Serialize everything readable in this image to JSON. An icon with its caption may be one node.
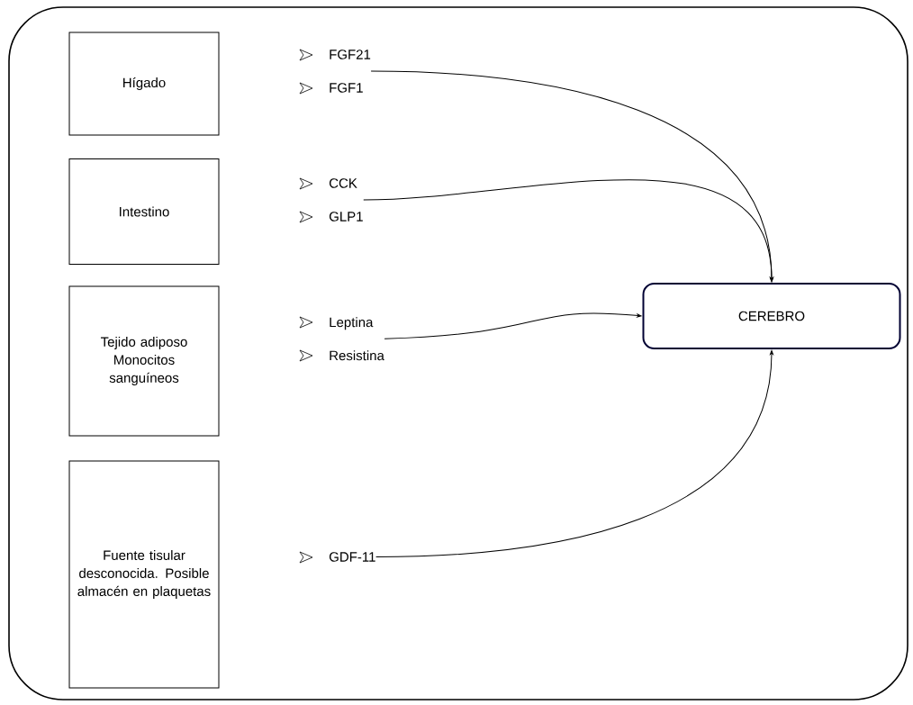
{
  "diagram": {
    "nodes": [
      {
        "text": [
          "Hígado"
        ]
      },
      {
        "text": [
          "Intestino"
        ]
      },
      {
        "text": [
          "Tejido adiposo",
          "Monocitos sanguíneos"
        ]
      },
      {
        "text": [
          "Fuente tisular desconocida. Posible almacén en plaquetas"
        ]
      },
      {
        "text": [
          "CEREBRO"
        ]
      },
      {
        "text": [
          "FGF21",
          "FGF1"
        ]
      },
      {
        "text": [
          "CCK",
          "GLP1"
        ]
      },
      {
        "text": [
          "Leptina",
          "Resistina"
        ]
      },
      {
        "text": [
          "GDF-11"
        ]
      }
    ],
    "edges": [
      {
        "from": 5,
        "to": 4,
        "arrow": "to"
      },
      {
        "from": 6,
        "to": 4,
        "arrow": "to"
      },
      {
        "from": 7,
        "to": 4,
        "arrow": "to"
      },
      {
        "from": 8,
        "to": 4,
        "arrow": "to"
      }
    ]
  }
}
